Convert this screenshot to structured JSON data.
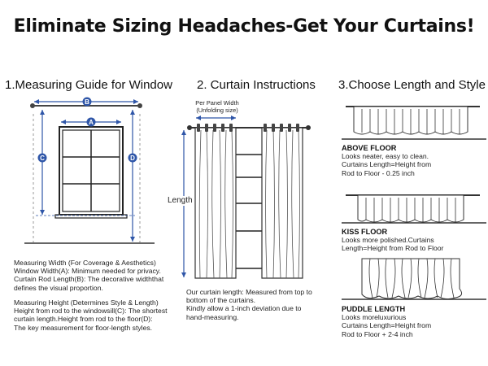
{
  "title": "Eliminate Sizing Headaches-Get Your Curtains!",
  "section1": {
    "heading": "1.Measuring Guide for Window",
    "labels": {
      "a": "A",
      "b": "B",
      "c": "C",
      "d": "D"
    },
    "width_text": [
      "Measuring Width (For Coverage & Aesthetics)",
      "Window Width(A): Minimum needed for privacy.",
      "Curtain Rod Length(B): The decorative widththat",
      "defines the visual proportion."
    ],
    "height_text": [
      "Measuring Height (Determines Style & Length)",
      "Height from rod to the windowsill(C): The shortest",
      "curtain length.Height from rod to the floor(D):",
      "The key measurement for floor-length styles."
    ]
  },
  "section2": {
    "heading": "2. Curtain Instructions",
    "panel_width_label": [
      "Per Panel Width",
      "(Unfolding size)"
    ],
    "length_label": "Length",
    "note": [
      "Our curtain length: Measured from top to",
      "bottom of the curtains.",
      "Kindly allow a 1-inch deviation due to",
      "hand-measuring."
    ]
  },
  "section3": {
    "heading": "3.Choose Length and Style",
    "styles": [
      {
        "name": "ABOVE FLOOR",
        "lines": [
          "Looks neater, easy to clean.",
          "Curtains Length=Height from",
          "Rod to Floor - 0.25 inch"
        ]
      },
      {
        "name": "KISS FLOOR",
        "lines": [
          "Looks more polished.Curtains",
          "Length=Height from Rod to Floor"
        ]
      },
      {
        "name": "PUDDLE LENGTH",
        "lines": [
          "Looks moreluxurious",
          "Curtains Length=Height from",
          "Rod to Floor + 2-4 inch"
        ]
      }
    ]
  },
  "colors": {
    "accent": "#2f56a8",
    "text": "#111111"
  }
}
